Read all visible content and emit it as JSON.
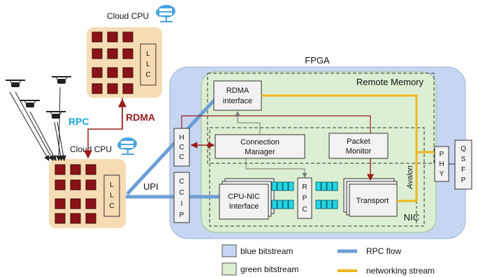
{
  "labels": {
    "cloud_cpu_top": "Cloud CPU",
    "cloud_cpu_bottom": "Cloud CPU",
    "fpga": "FPGA",
    "remote_memory": "Remote Memory",
    "nic": "NIC",
    "avalon": "Avalon",
    "rdma_arrow": "RDMA",
    "rpc_arrow": "RPC",
    "upi": "UPI"
  },
  "boxes": {
    "rdma_interface": [
      "RDMA",
      "interface"
    ],
    "connection_manager": [
      "Connection",
      "Manager"
    ],
    "packet_monitor": [
      "Packet",
      "Monitor"
    ],
    "cpu_nic_interface": [
      "CPU-NIC",
      "Interface"
    ],
    "transport": [
      "Transport"
    ],
    "hcc": [
      "H",
      "C",
      "C"
    ],
    "ccip": [
      "C",
      "C",
      "I",
      "P"
    ],
    "rpc": [
      "R",
      "P",
      "C"
    ],
    "phy": [
      "P",
      "H",
      "Y"
    ],
    "qsfp": [
      "Q",
      "S",
      "F",
      "P"
    ],
    "llc_top": [
      "L",
      "L",
      "C"
    ],
    "llc_bottom": [
      "L",
      "L",
      "C"
    ]
  },
  "legend": {
    "blue_bitstream": "blue bitstream",
    "green_bitstream": "green bitstream",
    "rpc_flow": "RPC flow",
    "networking_stream": "networking stream"
  },
  "colors": {
    "blue_bitstream": "#c6d6f2",
    "green_bitstream": "#dcefd2",
    "cpu_bg": "#f6dcb4",
    "core": "#8b1218",
    "rpc_flow": "#6d9ed6",
    "networking_stream": "#f2b51e",
    "rdma_arrow": "#9c1b1b",
    "rpc_text": "#1aa8df",
    "queue": "#24d6e6"
  },
  "icons": [
    "cloud-server-icon",
    "drone-icon"
  ]
}
